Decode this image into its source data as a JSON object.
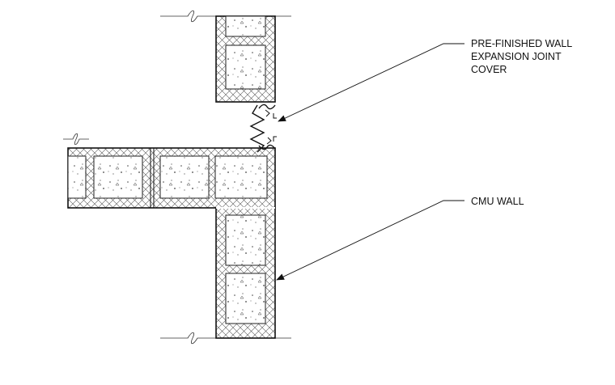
{
  "annotations": {
    "expansion_joint": {
      "lines": [
        "PRE-FINISHED WALL",
        "EXPANSION JOINT",
        "COVER"
      ]
    },
    "cmu_wall": {
      "lines": [
        "CMU WALL"
      ]
    }
  }
}
